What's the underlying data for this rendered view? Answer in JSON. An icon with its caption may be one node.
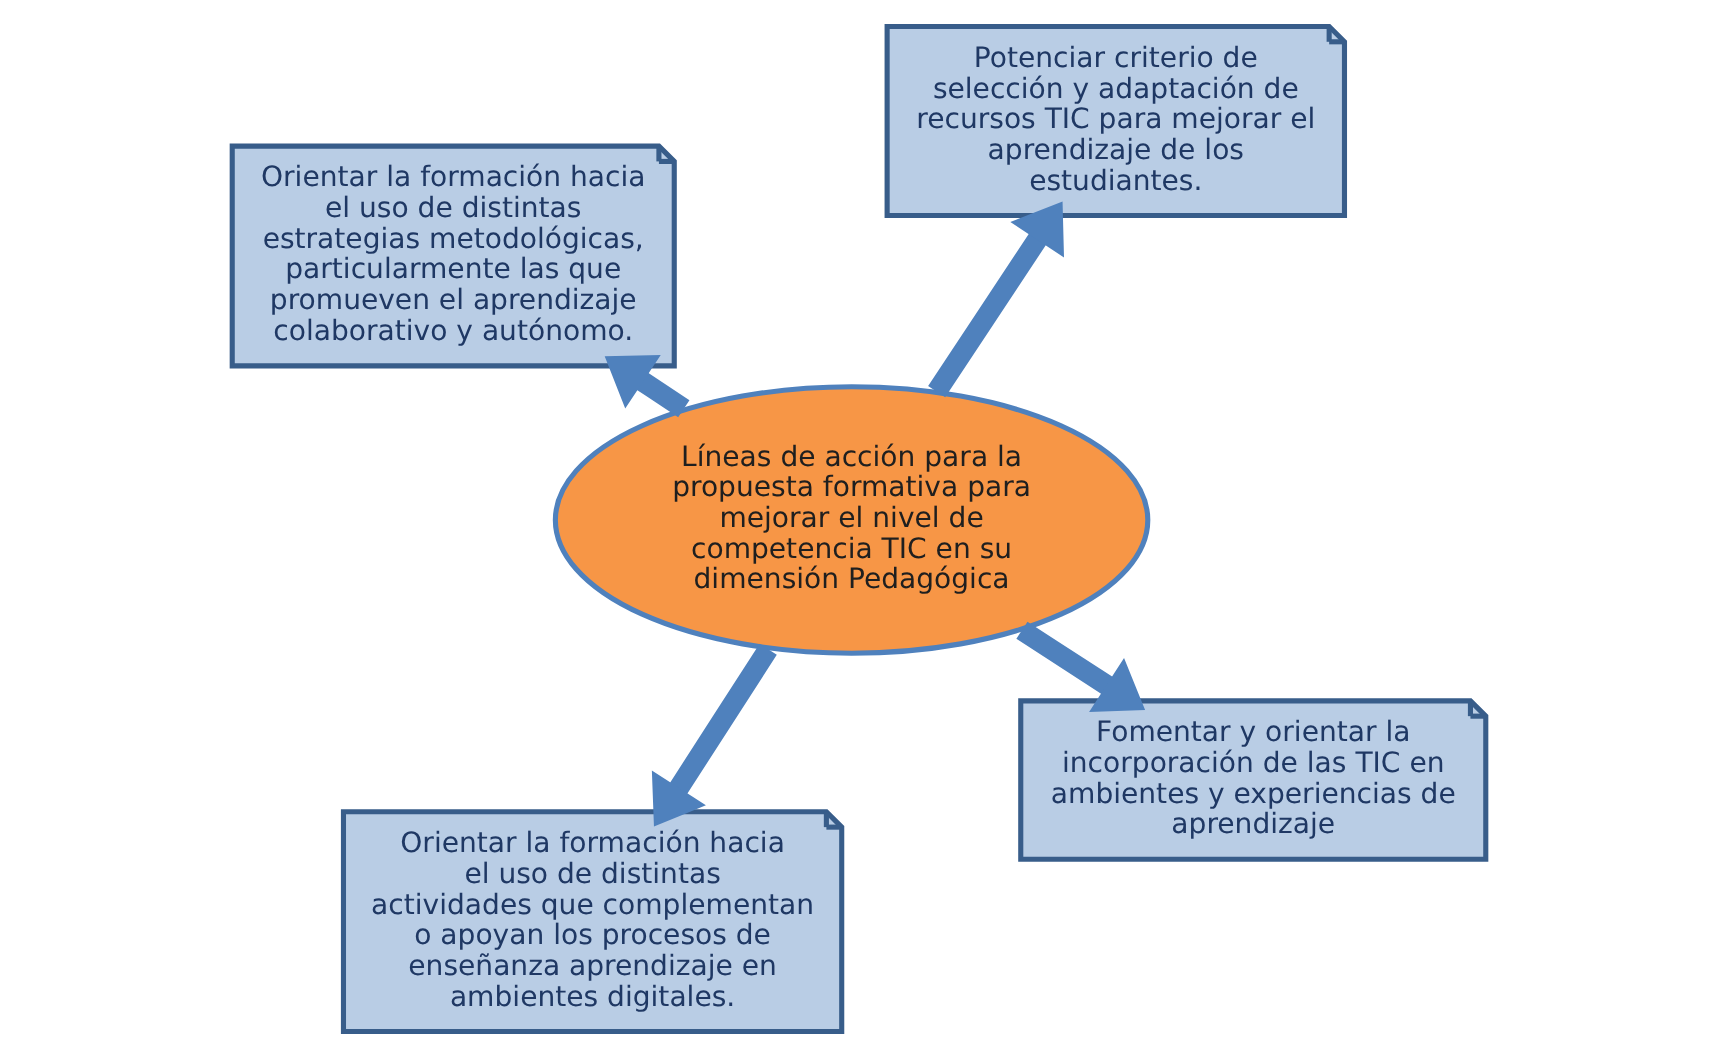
{
  "diagram": {
    "nodes": [
      {
        "text": [
          "Líneas de acción para la propuesta formativa para mejorar el nivel de competencia TIC en su dimensión Pedagógica"
        ]
      },
      {
        "text": [
          "Fomentar y orientar la incorporación de las TIC en ambientes y experiencias de aprendizaje"
        ]
      },
      {
        "text": [
          "Orientar la formación hacia el uso de distintas actividades que complementan o apoyan los procesos de enseñanza aprendizaje en ambientes digitales."
        ]
      },
      {
        "text": [
          "Orientar la formación hacia el uso de distintas estrategias metodológicas, particularmente las que promueven el aprendizaje colaborativo y autónomo."
        ]
      },
      {
        "text": [
          "Potenciar criterio de selección y adaptación de recursos TIC para mejorar el aprendizaje de los estudiantes."
        ]
      }
    ],
    "edges": [
      {
        "from": 0,
        "to": 1,
        "arrow": "to"
      },
      {
        "from": 0,
        "to": 2,
        "arrow": "to"
      },
      {
        "from": 0,
        "to": 3,
        "arrow": "to"
      },
      {
        "from": 0,
        "to": 4,
        "arrow": "to"
      }
    ]
  }
}
